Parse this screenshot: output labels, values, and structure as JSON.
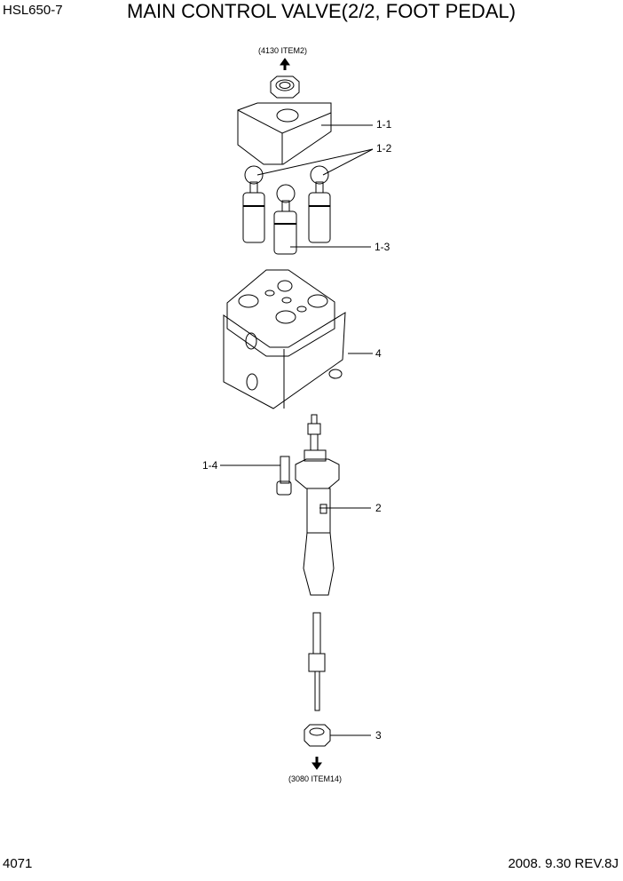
{
  "header": {
    "model": "HSL650-7",
    "title": "MAIN CONTROL VALVE(2/2, FOOT PEDAL)"
  },
  "references": {
    "top": "(4130 ITEM2)",
    "bottom": "(3080 ITEM14)"
  },
  "callouts": {
    "c1_1": "1-1",
    "c1_2": "1-2",
    "c1_3": "1-3",
    "c4": "4",
    "c1_4": "1-4",
    "c2": "2",
    "c3": "3"
  },
  "footer": {
    "page": "4071",
    "revision": "2008. 9.30  REV.8J"
  }
}
